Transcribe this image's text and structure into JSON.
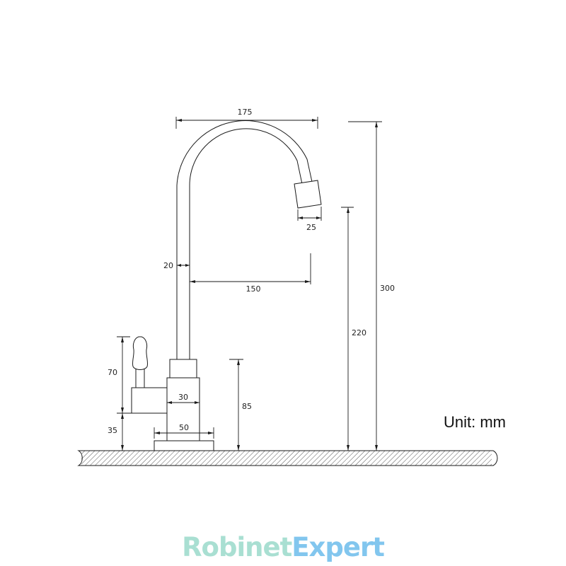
{
  "dimensions": {
    "spout_reach": "175",
    "aerator_width": "25",
    "pipe_diameter": "20",
    "body_to_spout_center": "150",
    "total_height": "300",
    "spout_height": "220",
    "body_height": "85",
    "body_width": "30",
    "base_width": "50",
    "handle_height": "70",
    "handle_base_height": "35"
  },
  "unit_label": "Unit: mm",
  "brand": {
    "part1": "Robinet",
    "part2": "Expert",
    "color1": "#a9dfd2",
    "color2": "#82c6ee"
  },
  "colors": {
    "line": "#1a1a1a",
    "hatch": "#555555"
  }
}
